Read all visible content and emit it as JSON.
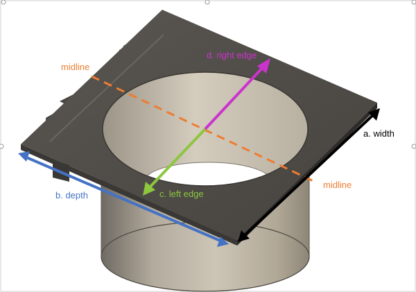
{
  "labels": {
    "midline_left": "midline",
    "midline_right": "midline",
    "right_edge": "d. right edge",
    "left_edge": "c. left edge",
    "depth": "b. depth",
    "width": "a. width"
  },
  "colors": {
    "midline": "#ed7d31",
    "right_edge": "#cc33cc",
    "left_edge": "#8dc63f",
    "depth": "#4472c4",
    "width": "#000000",
    "plate": "#514e4a",
    "plate_edge": "#3c3a37",
    "cylinder": "#a39a8c",
    "frame": "#d0d0d0"
  }
}
